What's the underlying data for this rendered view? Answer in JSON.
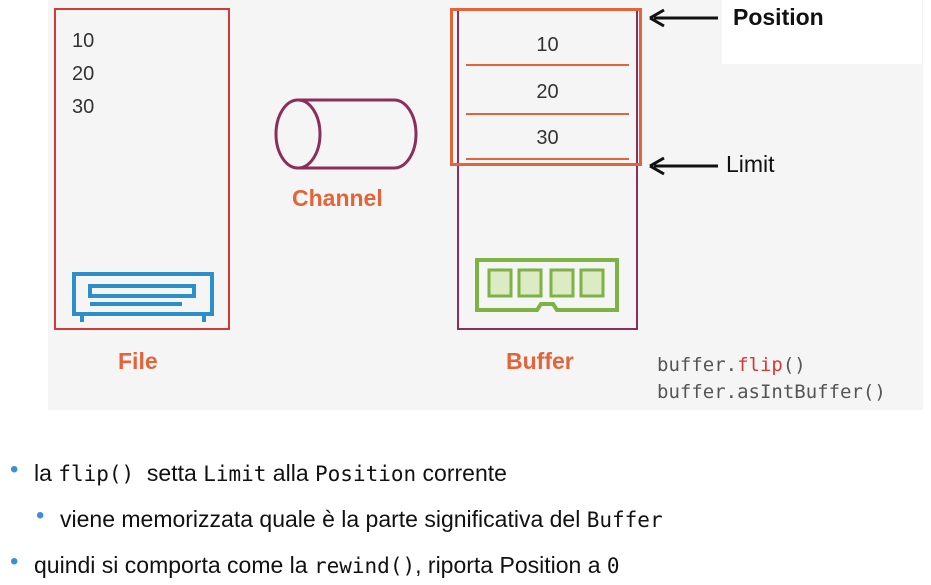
{
  "figure": {
    "file": {
      "values": [
        "10",
        "20",
        "30"
      ],
      "caption": "File"
    },
    "channel": {
      "caption": "Channel"
    },
    "buffer": {
      "values": [
        "10",
        "20",
        "30"
      ],
      "caption": "Buffer"
    },
    "annotations": {
      "position": "Position",
      "limit": "Limit"
    },
    "code": {
      "line1_prefix": "buffer.",
      "line1_method": "flip",
      "line1_suffix": "()",
      "line2": "buffer.asIntBuffer()"
    },
    "colors": {
      "file_border": "#d23a3a",
      "accent_orange": "#e4643a",
      "buffer_border": "#8b2e5a",
      "drive_icon": "#2b8fcc",
      "memory_icon": "#7cb342"
    }
  },
  "bullets": [
    {
      "level": 1,
      "parts": [
        "la ",
        "flip()",
        "  setta ",
        "Limit",
        " alla ",
        "Position",
        " corrente"
      ]
    },
    {
      "level": 2,
      "parts": [
        "viene memorizzata quale è la parte significativa del ",
        "Buffer"
      ]
    },
    {
      "level": 1,
      "parts": [
        "quindi si comporta come la ",
        "rewind()",
        ", riporta Position a ",
        "0"
      ]
    }
  ]
}
